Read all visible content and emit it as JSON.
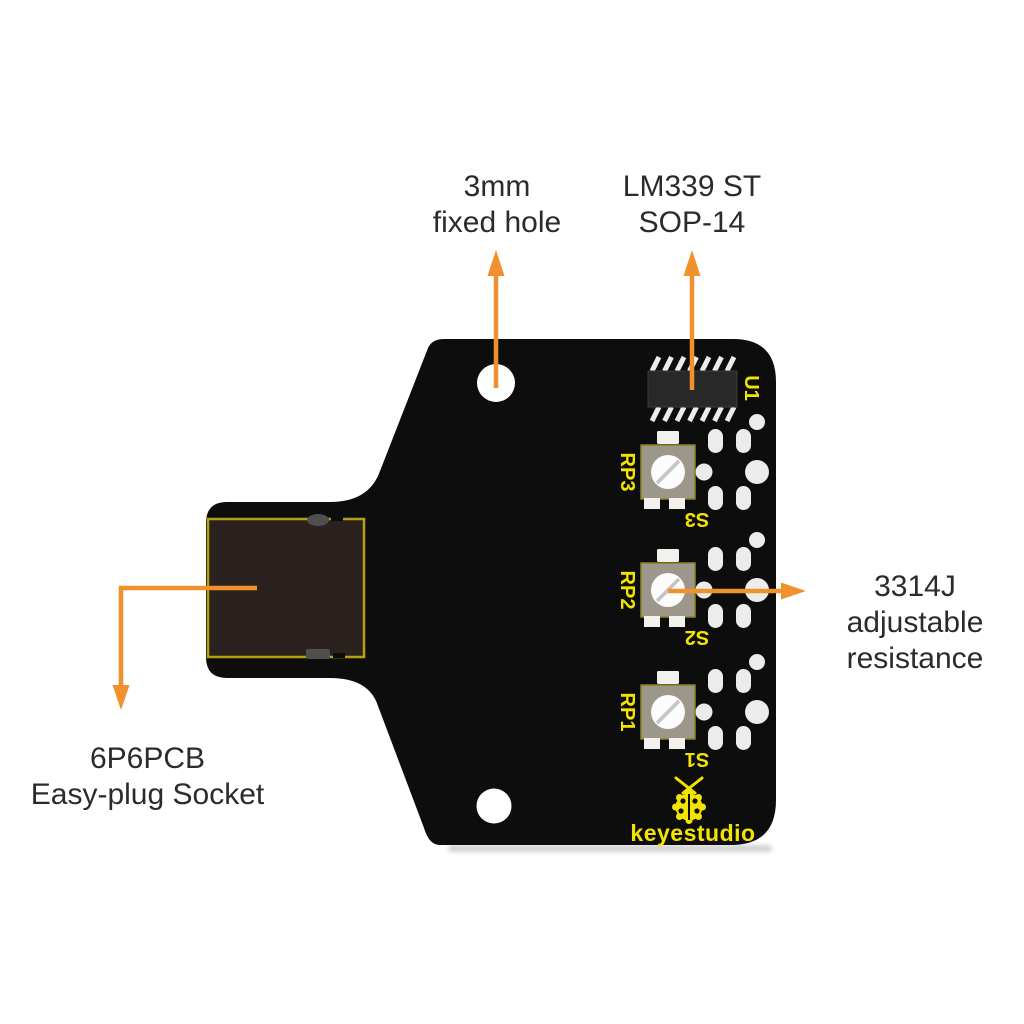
{
  "annotations": {
    "fixed_hole": {
      "line1": "3mm",
      "line2": "fixed hole"
    },
    "ic_chip": {
      "line1": "LM339 ST",
      "line2": "SOP-14"
    },
    "adjustable_resistance": {
      "line1": "3314J",
      "line2": "adjustable",
      "line3": "resistance"
    },
    "socket": {
      "line1": "6P6PCB",
      "line2": "Easy-plug Socket"
    }
  },
  "silkscreen": {
    "ic_designator": "U1",
    "pot3_designator": "RP3",
    "pot2_designator": "RP2",
    "pot1_designator": "RP1",
    "switch3_designator": "S3",
    "switch2_designator": "S2",
    "switch1_designator": "S1",
    "brand": "keyestudio",
    "logo_icon": "ladybug-icon"
  },
  "colors": {
    "arrow_orange": "#F0912E",
    "silkscreen_yellow": "#F2E400",
    "board_black": "#0D0D0D",
    "annotation_text": "#2B2B2B",
    "pot_body": "#9D968A",
    "socket_outline": "#B3A013"
  }
}
